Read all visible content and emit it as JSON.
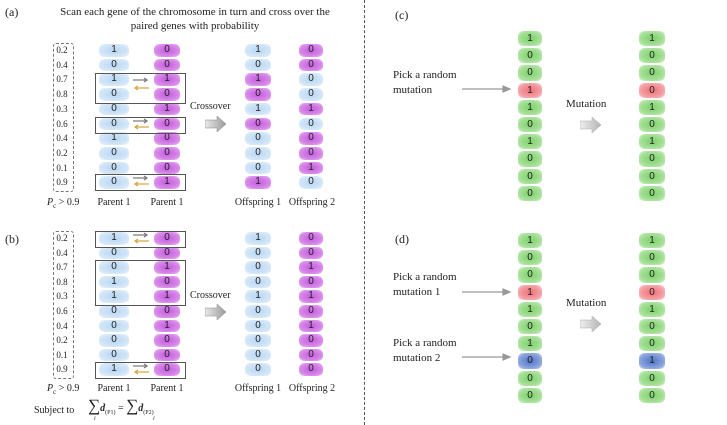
{
  "panels": {
    "a": "(a)",
    "b": "(b)",
    "c": "(c)",
    "d": "(d)"
  },
  "header": {
    "line1": "Scan each gene of the chromosome in turn and cross over the",
    "line2": "paired genes with probability"
  },
  "probabilities": [
    "0.2",
    "0.4",
    "0.7",
    "0.8",
    "0.3",
    "0.6",
    "0.4",
    "0.2",
    "0.1",
    "0.9"
  ],
  "labels": {
    "pc_symbol": "P",
    "pc_sub": "c",
    "pc_rest": " > 0.9",
    "parent1": "Parent 1",
    "parent1_b": "Parent 1",
    "offspring1": "Offspring 1",
    "offspring2": "Offspring 2",
    "crossover": "Crossover",
    "mutation": "Mutation",
    "subject_to": "Subject to",
    "pick_random": "Pick a random",
    "mutation_word": "mutation",
    "mutation_1": "mutation 1",
    "mutation_2": "mutation 2",
    "formula_d": "d",
    "formula_p1": "(P1)",
    "formula_p2": "(P2)",
    "formula_i": "i",
    "formula_eq": "="
  },
  "chromosomes": {
    "a_parent1": [
      "1",
      "0",
      "1",
      "0",
      "0",
      "0",
      "1",
      "0",
      "0",
      "0"
    ],
    "a_parent2": [
      "0",
      "0",
      "1",
      "0",
      "1",
      "0",
      "0",
      "0",
      "0",
      "1"
    ],
    "a_off1": [
      "1",
      "0",
      "1",
      "0",
      "1",
      "0",
      "0",
      "0",
      "0",
      "1"
    ],
    "a_off2": [
      "0",
      "0",
      "0",
      "0",
      "1",
      "0",
      "0",
      "0",
      "1",
      "0"
    ],
    "b_parent1": [
      "1",
      "0",
      "0",
      "1",
      "1",
      "0",
      "0",
      "0",
      "0",
      "1"
    ],
    "b_parent2": [
      "0",
      "0",
      "1",
      "0",
      "1",
      "0",
      "1",
      "0",
      "0",
      "0"
    ],
    "b_off1": [
      "1",
      "0",
      "0",
      "0",
      "1",
      "0",
      "0",
      "0",
      "0",
      "0"
    ],
    "b_off2": [
      "0",
      "0",
      "1",
      "0",
      "1",
      "0",
      "1",
      "0",
      "0",
      "0"
    ],
    "c_before": [
      "1",
      "0",
      "0",
      "1",
      "1",
      "0",
      "1",
      "0",
      "0",
      "0"
    ],
    "c_after": [
      "1",
      "0",
      "0",
      "0",
      "1",
      "0",
      "1",
      "0",
      "0",
      "0"
    ],
    "d_before": [
      "1",
      "0",
      "0",
      "1",
      "1",
      "0",
      "1",
      "0",
      "0",
      "0"
    ],
    "d_after": [
      "1",
      "0",
      "0",
      "0",
      "1",
      "0",
      "0",
      "1",
      "0",
      "0"
    ]
  },
  "colors": {
    "parent1": "#b8d6f2",
    "parent2": "#c25bdd",
    "gene": "#7cd06a",
    "mutated": "#ee6f77",
    "mutated2": "#4f73c7"
  }
}
